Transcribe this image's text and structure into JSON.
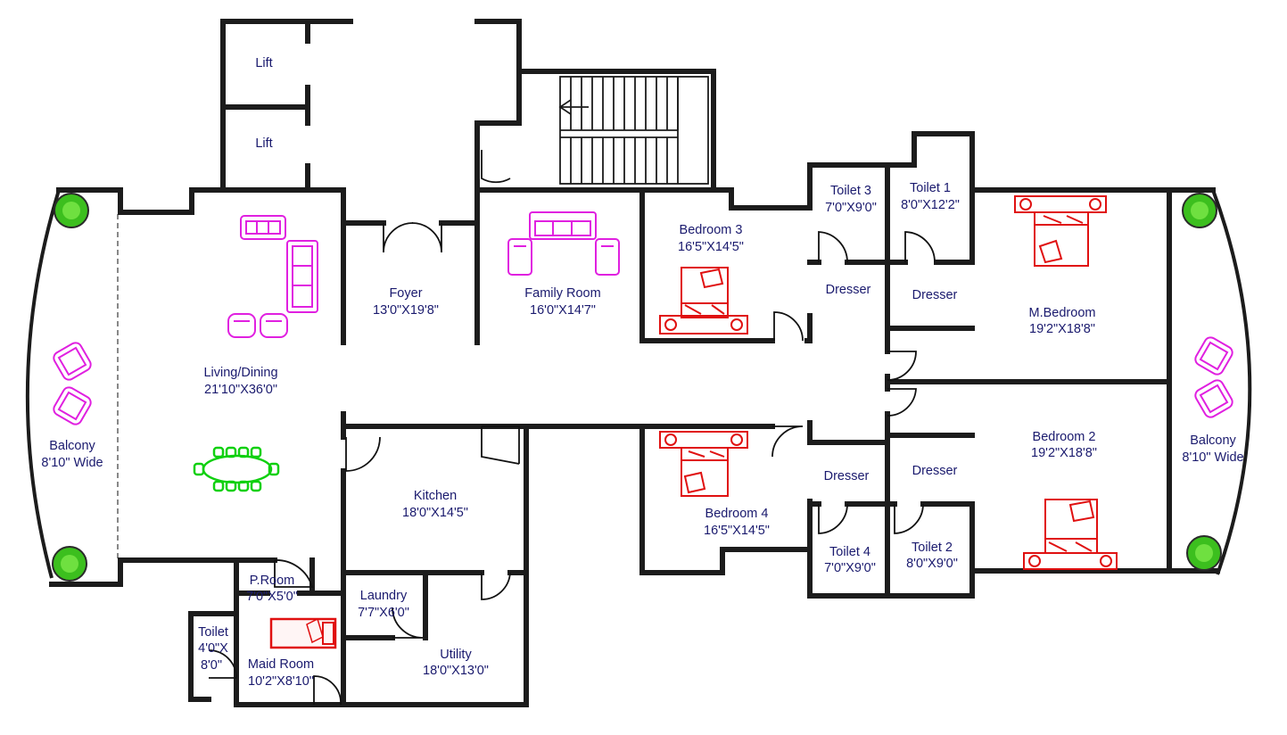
{
  "rooms": {
    "lift_1": {
      "name": "Lift"
    },
    "lift_2": {
      "name": "Lift"
    },
    "living": {
      "name": "Living/Dining",
      "size": "21'10\"X36'0\""
    },
    "foyer": {
      "name": "Foyer",
      "size": "13'0\"X19'8\""
    },
    "family": {
      "name": "Family Room",
      "size": "16'0\"X14'7\""
    },
    "bedroom3": {
      "name": "Bedroom 3",
      "size": "16'5\"X14'5\""
    },
    "toilet3": {
      "name": "Toilet 3",
      "size": "7'0\"X9'0\""
    },
    "toilet1": {
      "name": "Toilet 1",
      "size": "8'0\"X12'2\""
    },
    "dresser_b3": {
      "name": "Dresser"
    },
    "dresser_m": {
      "name": "Dresser"
    },
    "mbedroom": {
      "name": "M.Bedroom",
      "size": "19'2\"X18'8\""
    },
    "balcony_left": {
      "name": "Balcony",
      "size": "8'10\" Wide"
    },
    "balcony_right": {
      "name": "Balcony",
      "size": "8'10\" Wide"
    },
    "bedroom2": {
      "name": "Bedroom 2",
      "size": "19'2\"X18'8\""
    },
    "dresser_b4": {
      "name": "Dresser"
    },
    "dresser_b2": {
      "name": "Dresser"
    },
    "kitchen": {
      "name": "Kitchen",
      "size": "18'0\"X14'5\""
    },
    "bedroom4": {
      "name": "Bedroom 4",
      "size": "16'5\"X14'5\""
    },
    "toilet4": {
      "name": "Toilet 4",
      "size": "7'0\"X9'0\""
    },
    "toilet2": {
      "name": "Toilet 2",
      "size": "8'0\"X9'0\""
    },
    "proom": {
      "name": "P.Room",
      "size": "7'0\"X5'0\""
    },
    "laundry": {
      "name": "Laundry",
      "size": "7'7\"X6'0\""
    },
    "utility": {
      "name": "Utility",
      "size": "18'0\"X13'0\""
    },
    "maid_toilet": {
      "name": "Toilet",
      "size_a": "4'0\"X",
      "size_b": "8'0\""
    },
    "maid_room": {
      "name": "Maid Room",
      "size": "10'2\"X8'10\""
    }
  },
  "colors": {
    "wall": "#1c1c1c",
    "label": "#1a1a6e",
    "sofa": "#e020e0",
    "bed": "#e01010",
    "dining_table": "#10d010",
    "plant": "#3cbf1e"
  }
}
